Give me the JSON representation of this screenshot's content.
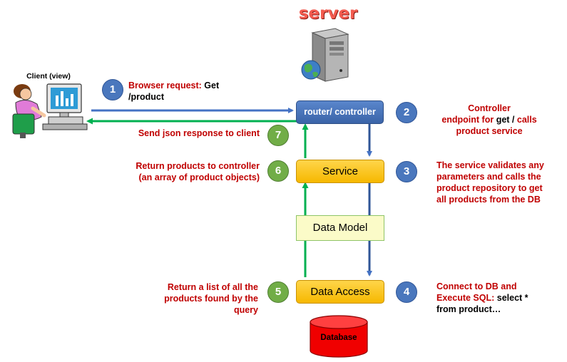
{
  "title": "server",
  "client": {
    "label": "Client (view)"
  },
  "nodes": {
    "router": "router/ controller",
    "service": "Service",
    "data_model": "Data Model",
    "data_access": "Data Access",
    "database": "Database"
  },
  "steps": [
    {
      "num": "1",
      "line1_red": "Browser request:",
      "line1_black": " Get",
      "line2_black": "/product"
    },
    {
      "num": "2",
      "line1": "Controller",
      "line2_red": "endpoint for ",
      "line2_black": "get /",
      "line2_red2": " calls",
      "line3": "product service"
    },
    {
      "num": "3",
      "line1": "The service validates any",
      "line2": "parameters and calls the",
      "line3": "product repository to get",
      "line4": "all products from the DB"
    },
    {
      "num": "4",
      "line1": "Connect to DB and",
      "line2_red": "Execute SQL:",
      "line2_black": " select *",
      "line3_black": "from product…"
    },
    {
      "num": "5",
      "line1": "Return a list of all the",
      "line2": "products found by the",
      "line3": "query"
    },
    {
      "num": "6",
      "line1": "Return products to controller",
      "line2": "(an array of product objects)"
    },
    {
      "num": "7",
      "line1": "Send json response to client"
    }
  ],
  "colors": {
    "blue_arrow": "#4472c4",
    "green_arrow": "#00b050",
    "note_red": "#c00000",
    "title_red": "#f35b4f",
    "box_yellow": "#ffc000",
    "db_red": "#ff0000"
  }
}
